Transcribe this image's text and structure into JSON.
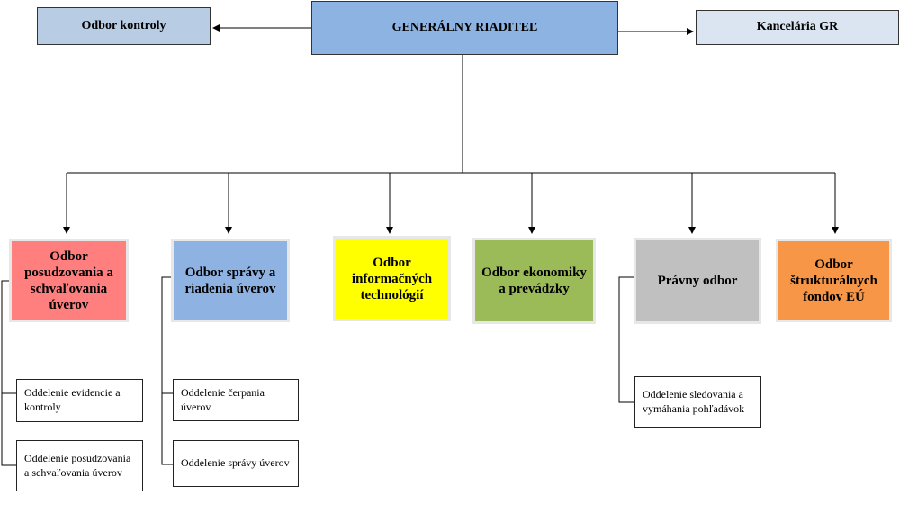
{
  "top": {
    "director": "GENERÁLNY RIADITEĽ",
    "control": "Odbor kontroly",
    "office": "Kancelária GR"
  },
  "departments": [
    {
      "label": "Odbor posudzovania a schvaľovania úverov",
      "color": "#ff7f7f"
    },
    {
      "label": "Odbor správy a riadenia úverov",
      "color": "#8eb3e3"
    },
    {
      "label": "Odbor informačných technológií",
      "color": "#ffff00"
    },
    {
      "label": "Odbor ekonomiky a prevádzky",
      "color": "#9bbb59"
    },
    {
      "label": "Právny odbor",
      "color": "#c0c0c0"
    },
    {
      "label": "Odbor štrukturálnych fondov EÚ",
      "color": "#f79646"
    }
  ],
  "subunits": {
    "loans_assessment": [
      "Oddelenie evidencie a kontroly",
      "Oddelenie posudzovania a schvaľovania úverov"
    ],
    "loans_management": [
      "Oddelenie čerpania úverov",
      "Oddelenie správy úverov"
    ],
    "legal": [
      "Oddelenie sledovania a vymáhania pohľadávok"
    ]
  },
  "colors": {
    "director": "#8db3e2",
    "control": "#b8cce4",
    "office": "#dbe5f1"
  }
}
